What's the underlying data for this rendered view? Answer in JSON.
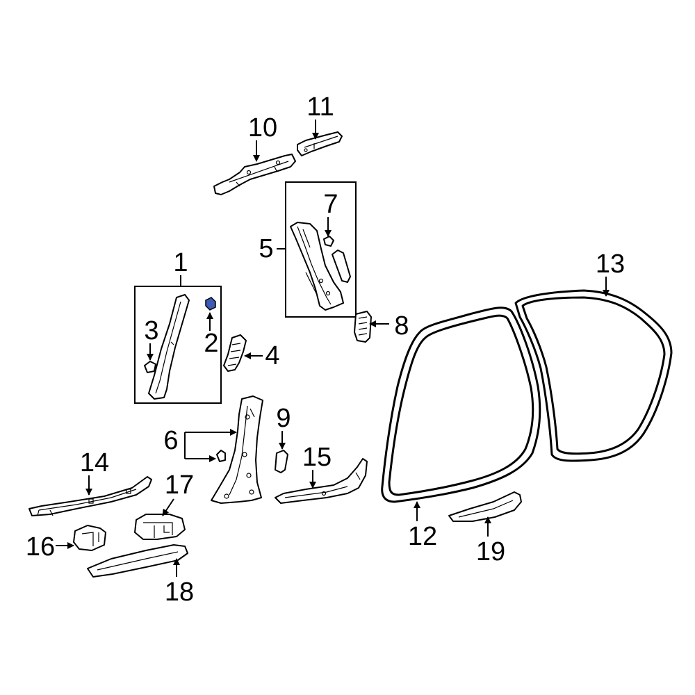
{
  "callouts": {
    "c1": "1",
    "c2": "2",
    "c3": "3",
    "c4": "4",
    "c5": "5",
    "c6": "6",
    "c7": "7",
    "c8": "8",
    "c9": "9",
    "c10": "10",
    "c11": "11",
    "c12": "12",
    "c13": "13",
    "c14": "14",
    "c15": "15",
    "c16": "16",
    "c17": "17",
    "c18": "18",
    "c19": "19"
  },
  "colors": {
    "line": "#000000",
    "background": "#ffffff",
    "highlight": "#3b5bb5"
  }
}
